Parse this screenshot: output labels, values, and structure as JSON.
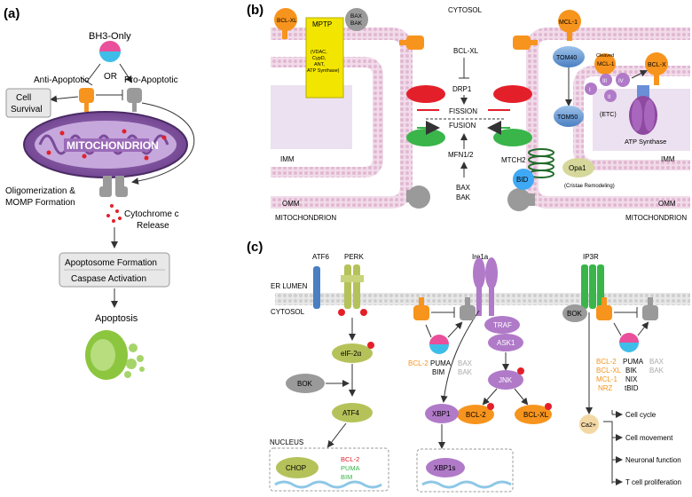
{
  "panel_a": {
    "label": "(a)",
    "bh3_only": "BH3-Only",
    "or": "OR",
    "anti_apoptotic": "Anti-Apoptotic",
    "pro_apoptotic": "Pro-Apoptotic",
    "cell": "Cell",
    "survival": "Survival",
    "mitochondrion": "MITOCHONDRION",
    "oligo1": "Oligomerization &",
    "oligo2": "MOMP Formation",
    "cytc1": "Cytochrome c",
    "cytc2": "Release",
    "apoptosome": "Apoptosome Formation",
    "caspase": "Caspase Activation",
    "apoptosis": "Apoptosis"
  },
  "panel_b": {
    "label": "(b)",
    "cytosol": "CYTOSOL",
    "bclxl": "BCL-XL",
    "mptp": "MPTP",
    "mptp_detail": [
      "(VDAC,",
      "CypD,",
      "ANT,",
      "ATP Synthase)"
    ],
    "bax": "BAX",
    "bak": "BAK",
    "bclx_center": "BCL-XL",
    "drp1": "DRP1",
    "fission": "FISSION",
    "fusion": "FUSION",
    "mfn": "MFN1/2",
    "mcl1": "MCL-1",
    "tom40": "TOM40",
    "cleaved1": "Cleaved",
    "cleaved2": "MCL-1",
    "tom50": "TOM50",
    "bclx_right": "BCL-X",
    "etc": "(ETC)",
    "atp": "ATP Synthase",
    "complex": [
      "I",
      "III",
      "IV",
      "II"
    ],
    "mtch2": "MTCH2",
    "opa1": "Opa1",
    "cristae": "(Cristae Remodeling)",
    "bid": "BID",
    "imm": "IMM",
    "omm": "OMM",
    "mito": "MITOCHONDRION"
  },
  "panel_c": {
    "label": "(c)",
    "atf6": "ATF6",
    "perk": "PERK",
    "ire1a": "Ire1a",
    "ip3r": "IP3R",
    "er_lumen": "ER LUMEN",
    "cytosol": "CYTOSOL",
    "eif": "eIF-2α",
    "bok": "BOK",
    "atf4": "ATF4",
    "nucleus": "NUCLEUS",
    "chop": "CHOP",
    "chop_targets": [
      "BCL-2",
      "PUMA",
      "BIM"
    ],
    "traf": "TRAF",
    "ask1": "ASK1",
    "jnk": "JNK",
    "xbp1": "XBP1",
    "xbp1s": "XBP1s",
    "bcl2": "BCL-2",
    "bclxl": "BCL-XL",
    "mid_anti": [
      "BCL-2"
    ],
    "mid_pro": [
      "PUMA",
      "BIM"
    ],
    "mid_eff": [
      "BAX",
      "BAK"
    ],
    "right_anti": [
      "BCL-2",
      "BCL-XL",
      "MCL-1",
      "NRZ"
    ],
    "right_pro": [
      "PUMA",
      "BIK",
      "NIX",
      "tBID"
    ],
    "right_eff": [
      "BAX",
      "BAK"
    ],
    "ca": "Ca2+",
    "outcomes": [
      "Cell cycle",
      "Cell movement",
      "Neuronal function",
      "T cell proliferation"
    ],
    "p": "P"
  },
  "colors": {
    "orange": "#f7941d",
    "grey": "#9a9a9a",
    "purple": "#8e5aa8",
    "pink_node": "#c064b0",
    "green": "#39b54a",
    "red": "#e3202a",
    "blue": "#4a90d9",
    "olive": "#b5c25a",
    "yellow": "#f2e500"
  }
}
